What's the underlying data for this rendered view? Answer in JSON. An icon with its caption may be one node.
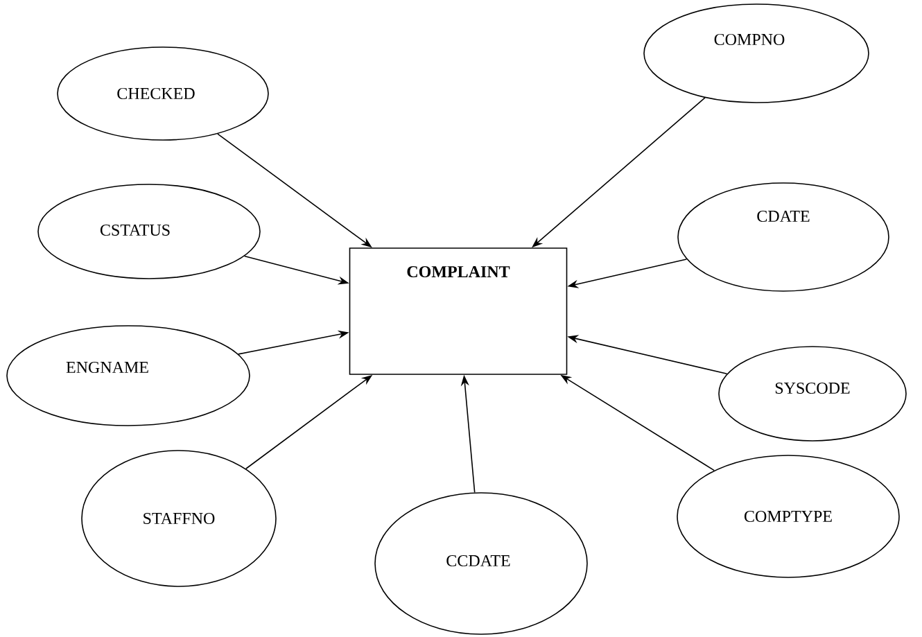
{
  "diagram": {
    "nodes": [
      {
        "text": [
          "COMPNO"
        ]
      },
      {
        "text": [
          "CHECKED"
        ]
      },
      {
        "text": [
          "CSTATUS"
        ]
      },
      {
        "text": [
          "CDATE"
        ]
      },
      {
        "text": [
          "COMPLAINT"
        ]
      },
      {
        "text": [
          "ENGNAME"
        ]
      },
      {
        "text": [
          "SYSCODE"
        ]
      },
      {
        "text": [
          "COMPTYPE"
        ]
      },
      {
        "text": [
          "STAFFNO"
        ]
      },
      {
        "text": [
          "CCDATE"
        ]
      }
    ],
    "edges": [
      {
        "from": 0,
        "to": 4,
        "arrow": "to"
      },
      {
        "from": 1,
        "to": 4,
        "arrow": "to"
      },
      {
        "from": 2,
        "to": 4,
        "arrow": "to"
      },
      {
        "from": 3,
        "to": 4,
        "arrow": "to"
      },
      {
        "from": 5,
        "to": 4,
        "arrow": "to"
      },
      {
        "from": 6,
        "to": 4,
        "arrow": "to"
      },
      {
        "from": 7,
        "to": 4,
        "arrow": "to"
      },
      {
        "from": 8,
        "to": 4,
        "arrow": "to"
      },
      {
        "from": 9,
        "to": 4,
        "arrow": "to"
      }
    ]
  }
}
